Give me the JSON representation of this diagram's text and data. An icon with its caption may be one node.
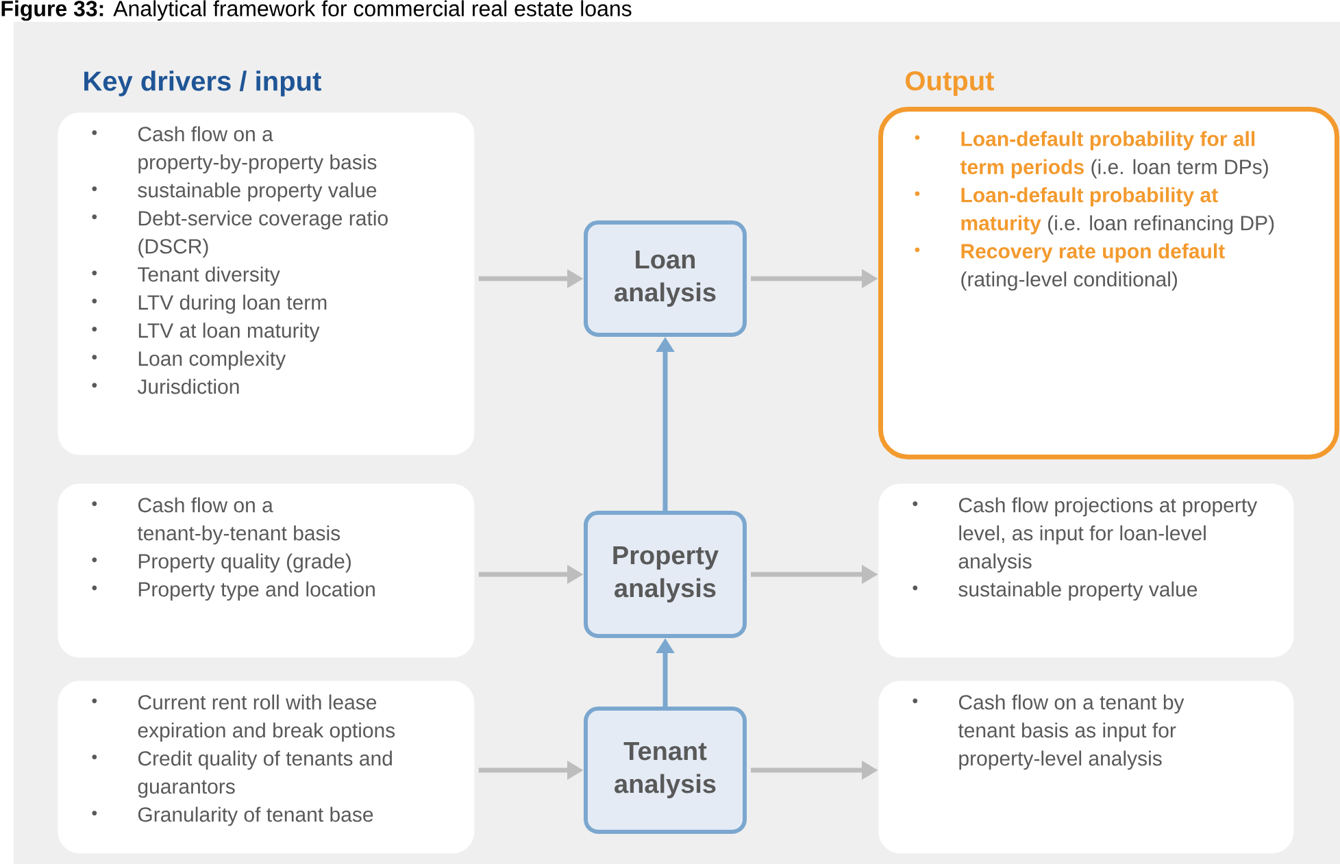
{
  "diagram": {
    "title": "**Figure 33:** Analytical framework for commercial real estate loans",
    "nodes": [
      {
        "text": [
          "Cash flow on a property-by-property basis",
          "sustainable property value",
          "Debt-service coverage ratio (DSCR)",
          "Tenant diversity",
          "LTV during loan term",
          "LTV at loan maturity",
          "Loan complexity",
          "Jurisdiction"
        ]
      },
      {
        "text": [
          "Loan analysis"
        ]
      },
      {
        "text": [
          "**Loan-default probability for all term periods** (i.e. loan term DPs)",
          "**Loan-default probability at maturity** (i.e. loan refinancing DP)",
          "**Recovery rate upon default** (rating-level conditional)"
        ]
      },
      {
        "text": [
          "Cash flow on a tenant-by-tenant basis",
          "Property quality (grade)",
          "Property type and location"
        ]
      },
      {
        "text": [
          "Property analysis"
        ]
      },
      {
        "text": [
          "Cash flow projections at property level, as input for loan-level analysis",
          "sustainable property value"
        ]
      },
      {
        "text": [
          "Current rent roll with lease expiration and break options",
          "Credit quality of tenants and guarantors",
          "Granularity of tenant base"
        ]
      },
      {
        "text": [
          "Tenant analysis"
        ]
      },
      {
        "text": [
          "Cash flow on a tenant by tenant basis as input for property-level analysis"
        ]
      }
    ],
    "edges": [
      {
        "from": 0,
        "to": 1,
        "arrow": "to"
      },
      {
        "from": 1,
        "to": 2,
        "arrow": "to"
      },
      {
        "from": 3,
        "to": 4,
        "arrow": "to"
      },
      {
        "from": 4,
        "to": 5,
        "arrow": "to"
      },
      {
        "from": 6,
        "to": 7,
        "arrow": "to"
      },
      {
        "from": 7,
        "to": 8,
        "arrow": "to"
      },
      {
        "from": 4,
        "to": 1,
        "arrow": "to",
        "color": "#7ba7cf"
      },
      {
        "from": 7,
        "to": 4,
        "arrow": "to",
        "color": "#7ba7cf"
      }
    ],
    "labels": [
      "Key drivers / input",
      "Output"
    ]
  }
}
